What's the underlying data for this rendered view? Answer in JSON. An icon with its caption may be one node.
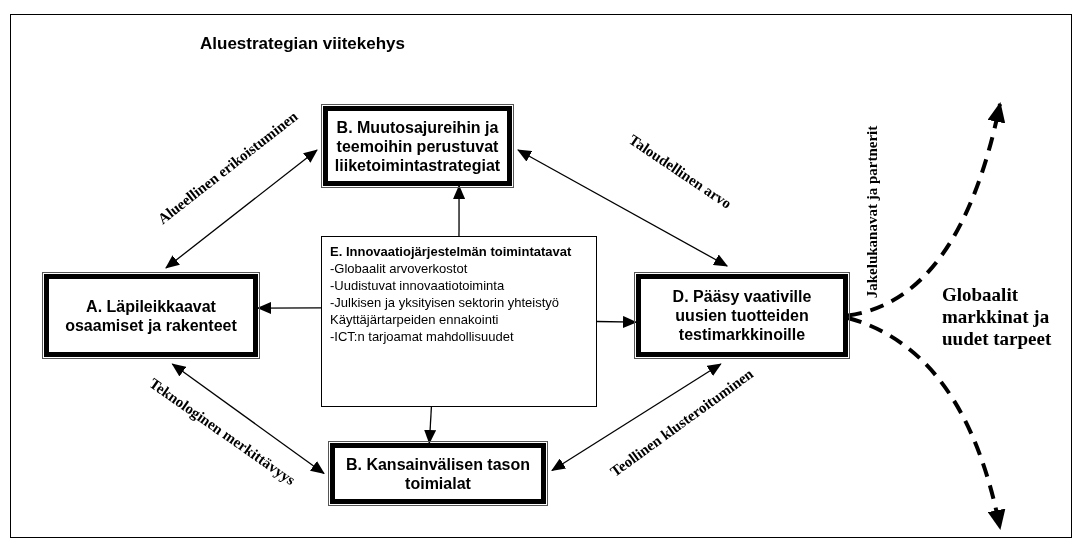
{
  "diagram": {
    "title": "Aluestrategian viitekehys",
    "nodes": [
      {
        "text": [
          "B. Muutosajureihin ja teemoihin perustuvat liiketoimintastrategiat"
        ]
      },
      {
        "text": [
          "A. Läpileikkaavat osaamiset ja rakenteet"
        ]
      },
      {
        "text": [
          "E. Innovaatiojärjestelmän toimintatavat",
          "-Globaalit arvoverkostot",
          "-Uudistuvat innovaatiotoiminta",
          "-Julkisen ja yksityisen sektorin yhteistyö",
          "Käyttäjärtarpeiden ennakointi",
          "-ICT:n tarjoamat mahdollisuudet"
        ]
      },
      {
        "text": [
          "D. Pääsy vaativille uusien tuotteiden testimarkkinoille"
        ]
      },
      {
        "text": [
          "B. Kansainvälisen tason toimialat"
        ]
      }
    ],
    "edges": [
      {
        "from": 1,
        "to": 0,
        "arrow": "both",
        "label": "Alueellinen erikoistuminen"
      },
      {
        "from": 0,
        "to": 3,
        "arrow": "both",
        "label": "Taloudellinen arvo"
      },
      {
        "from": 1,
        "to": 4,
        "arrow": "both",
        "label": "Teknologinen merkittävyys"
      },
      {
        "from": 3,
        "to": 4,
        "arrow": "both",
        "label": "Teollinen klusteroituminen"
      },
      {
        "from": 2,
        "to": 0,
        "arrow": "to"
      },
      {
        "from": 2,
        "to": 1,
        "arrow": "to"
      },
      {
        "from": 2,
        "to": 3,
        "arrow": "to"
      },
      {
        "from": 2,
        "to": 4,
        "arrow": "to"
      },
      {
        "from": 3,
        "to": null,
        "arrow": "to",
        "style": "dashed"
      },
      {
        "from": 3,
        "to": null,
        "arrow": "to",
        "style": "dashed"
      }
    ],
    "labels": [
      "Jakelukanavat ja partnerit",
      "Globaalit markkinat ja uudet tarpeet"
    ]
  }
}
